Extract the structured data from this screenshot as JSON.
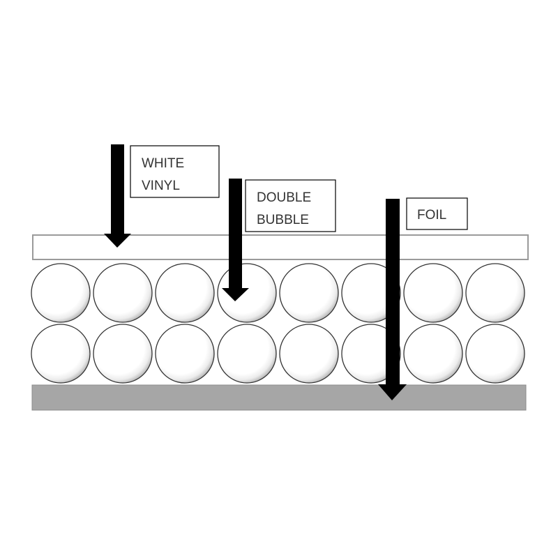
{
  "labels": {
    "white_vinyl": {
      "line1": "WHITE",
      "line2": "VINYL"
    },
    "double_bubble": {
      "line1": "DOUBLE",
      "line2": "BUBBLE"
    },
    "foil": {
      "line1": "FOIL"
    }
  },
  "colors": {
    "vinyl_fill": "#ffffff",
    "layer_stroke": "#9a9a9a",
    "foil_fill": "#a6a6a6",
    "arrow_fill": "#000000",
    "bubble_stroke": "#333333",
    "box_stroke": "#000000",
    "text": "#333333"
  },
  "bubbles": {
    "rows": 2,
    "per_row": 8
  }
}
